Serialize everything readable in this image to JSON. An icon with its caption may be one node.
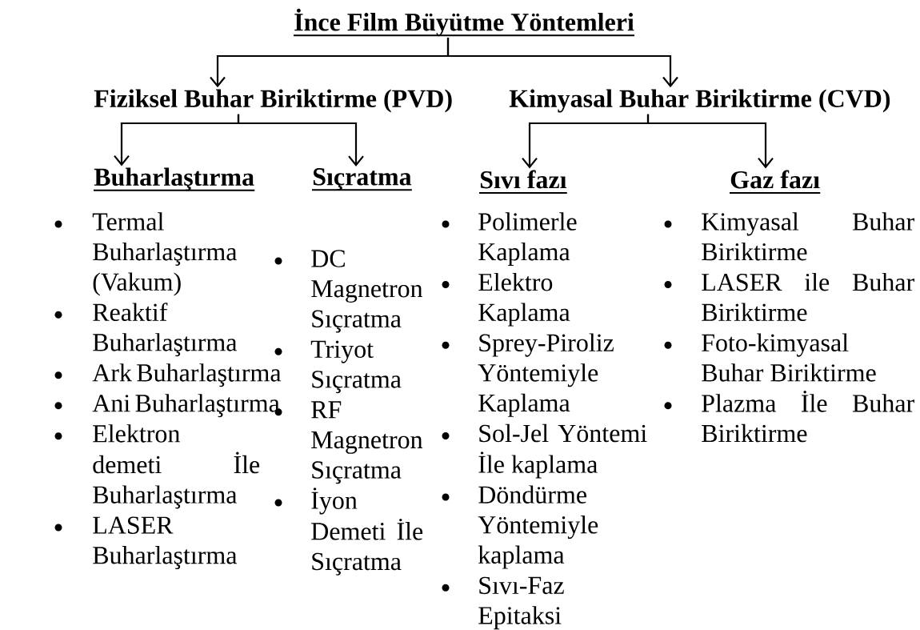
{
  "diagram": {
    "nodes": [
      {
        "text": [
          "İnce Film Büyütme Yöntemleri"
        ]
      },
      {
        "text": [
          "Fiziksel Buhar Biriktirme (PVD)"
        ]
      },
      {
        "text": [
          "Kimyasal Buhar Biriktirme (CVD)"
        ]
      },
      {
        "text": [
          "Buharlaştırma"
        ],
        "beside": [
          "Termal Buharlaştırma (Vakum)",
          "Reaktif Buharlaştırma",
          "Ark Buharlaştırma",
          "Ani Buharlaştırma",
          "Elektron demeti İle Buharlaştırma",
          "LASER Buharlaştırma"
        ]
      },
      {
        "text": [
          "Sıçratma"
        ],
        "beside": [
          "DC Magnetron Sıçratma",
          "Triyot Sıçratma",
          "RF Magnetron Sıçratma",
          "İyon Demeti İle Sıçratma"
        ]
      },
      {
        "text": [
          "Sıvı fazı"
        ],
        "beside": [
          "Polimerle Kaplama",
          "Elektro Kaplama",
          "Sprey-Piroliz Yöntemiyle Kaplama",
          "Sol-Jel Yöntemi İle kaplama",
          "Döndürme Yöntemiyle kaplama",
          "Sıvı-Faz Epitaksi"
        ]
      },
      {
        "text": [
          "Gaz fazı"
        ],
        "beside": [
          "Kimyasal Buhar Biriktirme",
          "LASER ile Buhar Biriktirme",
          "Foto-kimyasal Buhar Biriktirme",
          "Plazma İle Buhar Biriktirme"
        ]
      }
    ],
    "edges": [
      {
        "from": 0,
        "to": 1,
        "arrow": "to"
      },
      {
        "from": 0,
        "to": 2,
        "arrow": "to"
      },
      {
        "from": 1,
        "to": 3,
        "arrow": "to"
      },
      {
        "from": 1,
        "to": 4,
        "arrow": "to"
      },
      {
        "from": 2,
        "to": 5,
        "arrow": "to"
      },
      {
        "from": 2,
        "to": 6,
        "arrow": "to"
      }
    ]
  }
}
